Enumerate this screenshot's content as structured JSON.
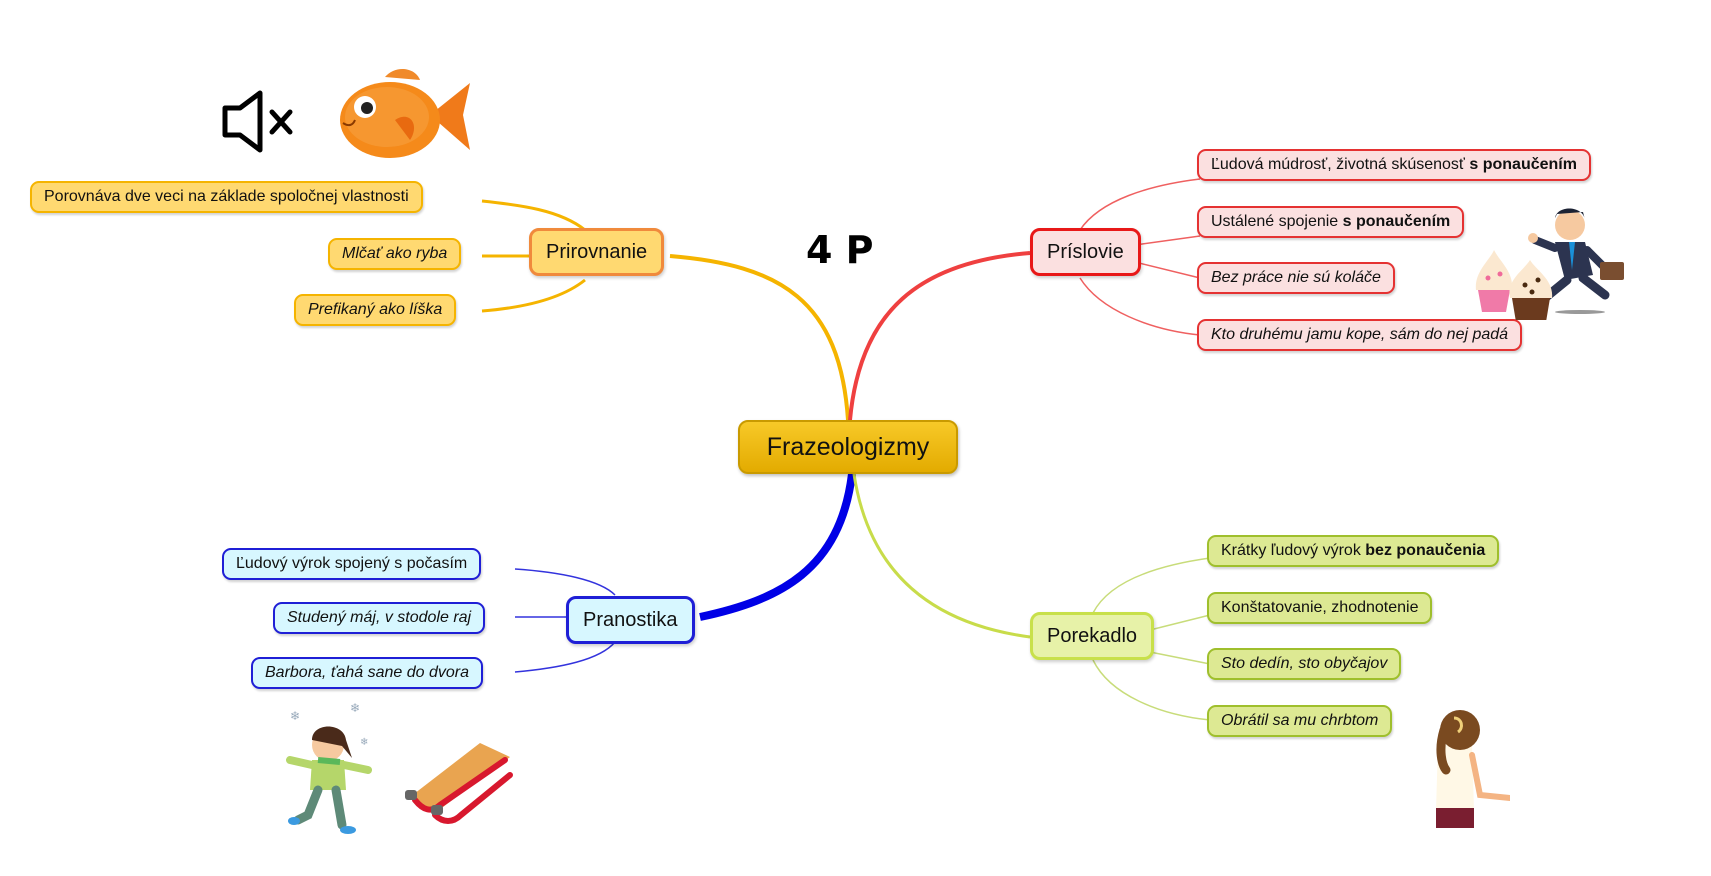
{
  "title": "4 P",
  "central": {
    "label": "Frazeologizmy",
    "color": "#f2bd13"
  },
  "branches": {
    "prirovnanie": {
      "label": "Prirovnanie",
      "color": "#f5b400",
      "items": [
        {
          "text": "Porovnáva dve veci na základe spoločnej vlastnosti",
          "italic": false
        },
        {
          "text": "Mlčať ako ryba",
          "italic": true
        },
        {
          "text": "Prefikaný ako líška",
          "italic": true
        }
      ]
    },
    "prislovie": {
      "label": "Príslovie",
      "color": "#e53232",
      "items": [
        {
          "text": "Ľudová múdrosť, životná skúsenosť ",
          "bold": "s ponaučením",
          "italic": false
        },
        {
          "text": "Ustálené spojenie ",
          "bold": "s ponaučením",
          "italic": false
        },
        {
          "text": "Bez práce nie sú koláče",
          "italic": true
        },
        {
          "text": "Kto druhému jamu kope, sám do nej padá",
          "italic": true
        }
      ]
    },
    "pranostika": {
      "label": "Pranostika",
      "color": "#1f1fd6",
      "items": [
        {
          "text": "Ľudový výrok spojený s počasím",
          "italic": false
        },
        {
          "text": "Studený máj, v stodole raj",
          "italic": true
        },
        {
          "text": "Barbora, ťahá sane do dvora",
          "italic": true
        }
      ]
    },
    "porekadlo": {
      "label": "Porekadlo",
      "color": "#b9d84a",
      "items": [
        {
          "text": "Krátky ľudový výrok ",
          "bold": "bez ponaučenia",
          "italic": false
        },
        {
          "text": "Konštatovanie, zhodnotenie",
          "italic": false
        },
        {
          "text": "Sto dedín, sto obyčajov",
          "italic": true
        },
        {
          "text": "Obrátil sa mu chrbtom",
          "italic": true
        }
      ]
    }
  },
  "illustrations": [
    "mute-speaker-icon",
    "goldfish-icon",
    "cupcakes-icon",
    "running-businessman-icon",
    "girl-in-snow-icon",
    "sled-icon",
    "girl-turned-back-icon"
  ]
}
